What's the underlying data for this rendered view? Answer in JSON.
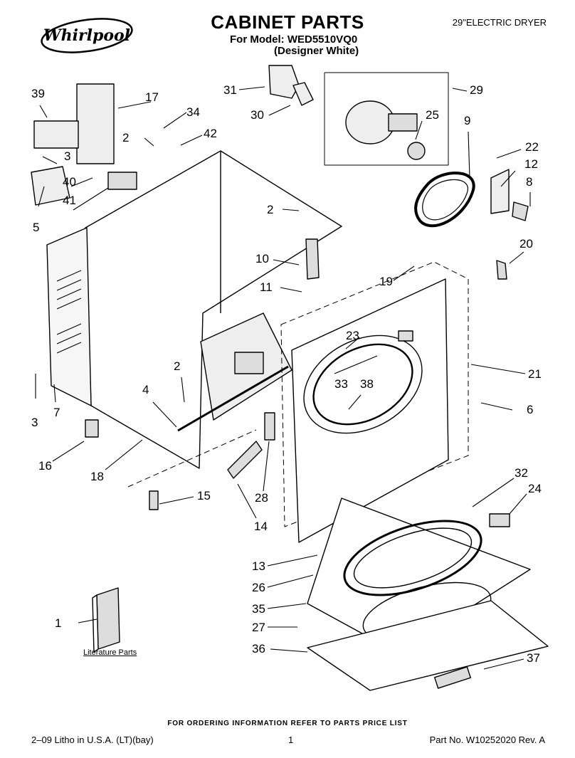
{
  "header": {
    "brand": "Whirlpool",
    "title": "CABINET PARTS",
    "model_line": "For Model: WED5510VQ0",
    "color_line": "(Designer White)",
    "product_type": "29\"ELECTRIC DRYER"
  },
  "callouts": {
    "c1": "1",
    "c2a": "2",
    "c2b": "2",
    "c2c": "2",
    "c3a": "3",
    "c3b": "3",
    "c4": "4",
    "c5": "5",
    "c6": "6",
    "c7": "7",
    "c8": "8",
    "c9": "9",
    "c10": "10",
    "c11": "11",
    "c12": "12",
    "c13": "13",
    "c14": "14",
    "c15": "15",
    "c16": "16",
    "c17": "17",
    "c18": "18",
    "c19": "19",
    "c20": "20",
    "c21": "21",
    "c22": "22",
    "c23": "23",
    "c24": "24",
    "c25": "25",
    "c26": "26",
    "c27": "27",
    "c28": "28",
    "c29": "29",
    "c30": "30",
    "c31": "31",
    "c32": "32",
    "c33": "33",
    "c34": "34",
    "c35": "35",
    "c36": "36",
    "c37": "37",
    "c38": "38",
    "c39": "39",
    "c40": "40",
    "c41": "41",
    "c42": "42"
  },
  "literature_label": "Literature Parts",
  "footer": {
    "order_info": "FOR ORDERING INFORMATION REFER TO PARTS PRICE LIST",
    "litho": "2–09 Litho in U.S.A. (LT)(bay)",
    "page": "1",
    "part_no": "Part No. W10252020 Rev. A"
  }
}
